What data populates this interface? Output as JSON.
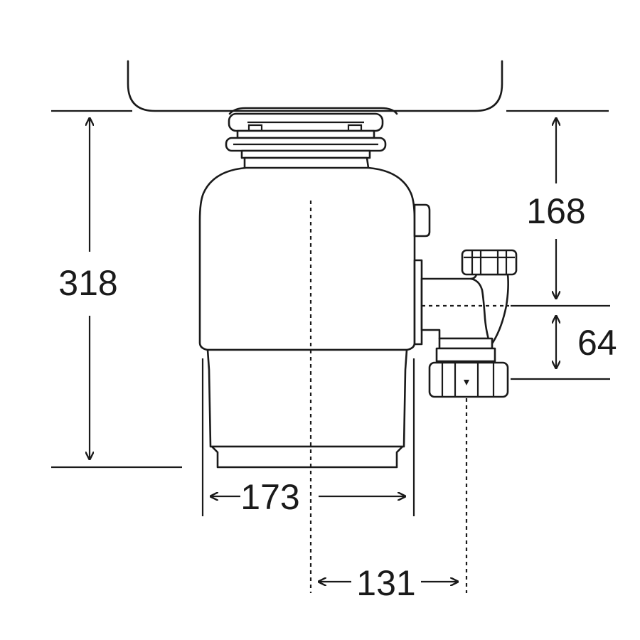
{
  "dimensions": {
    "height_total": "318",
    "height_upper": "168",
    "outlet_offset": "64",
    "width_body": "173",
    "outlet_distance": "131"
  },
  "colors": {
    "line": "#1a1a1a",
    "background": "#ffffff"
  }
}
